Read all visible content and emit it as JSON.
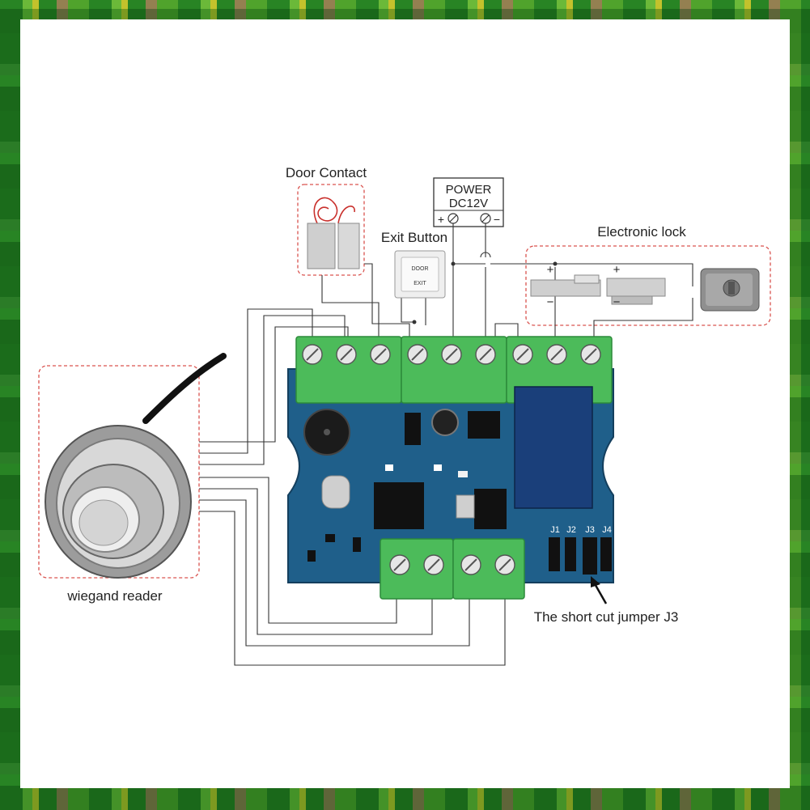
{
  "labels": {
    "door_contact": "Door Contact",
    "exit_button": "Exit Button",
    "power_line1": "POWER",
    "power_line2": "DC12V",
    "electronic_lock": "Electronic lock",
    "wiegand_reader": "wiegand reader",
    "jumper_note": "The short cut jumper J3"
  },
  "exit_plate": {
    "top_text": "DOOR",
    "bottom_text": "EXIT"
  },
  "polarity": {
    "plus": "+",
    "minus": "−"
  },
  "board_labels": [
    "J1",
    "J2",
    "J3",
    "J4"
  ],
  "colors": {
    "dashed_box": "#d9534f",
    "pcb": "#1f5f8a",
    "terminal": "#4cbb5a",
    "wire": "#333333",
    "relay": "#1a3f7a"
  },
  "icons": [
    "door-contact-sensor",
    "exit-button-plate",
    "bolt-lock",
    "magnetic-lock",
    "rim-lock",
    "rfid-reader",
    "arrow-icon"
  ]
}
